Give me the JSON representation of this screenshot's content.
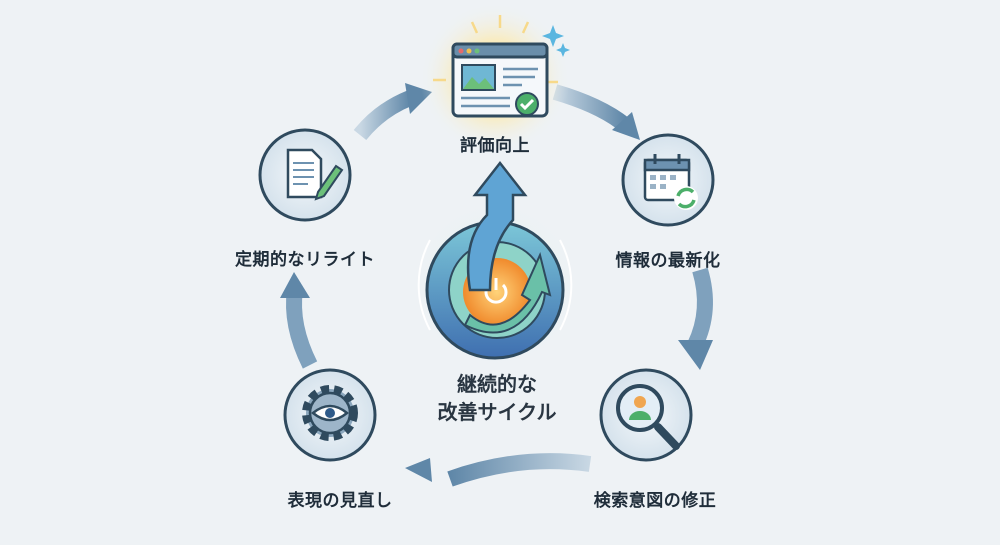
{
  "center": {
    "line1": "継続的な",
    "line2": "改善サイクル"
  },
  "steps": [
    {
      "label": "評価向上",
      "icon": "browser-check-icon"
    },
    {
      "label": "情報の最新化",
      "icon": "calendar-refresh-icon"
    },
    {
      "label": "検索意図の修正",
      "icon": "magnifier-user-icon"
    },
    {
      "label": "表現の見直し",
      "icon": "gear-eye-icon"
    },
    {
      "label": "定期的なリライト",
      "icon": "document-pencil-icon"
    }
  ],
  "colors": {
    "background": "#eef2f5",
    "node_border": "#2f4a5e",
    "node_fill": "#dfe9f1",
    "arrow": "#6d92b0",
    "accent_orange": "#f4a042",
    "accent_green": "#4caf6a"
  }
}
